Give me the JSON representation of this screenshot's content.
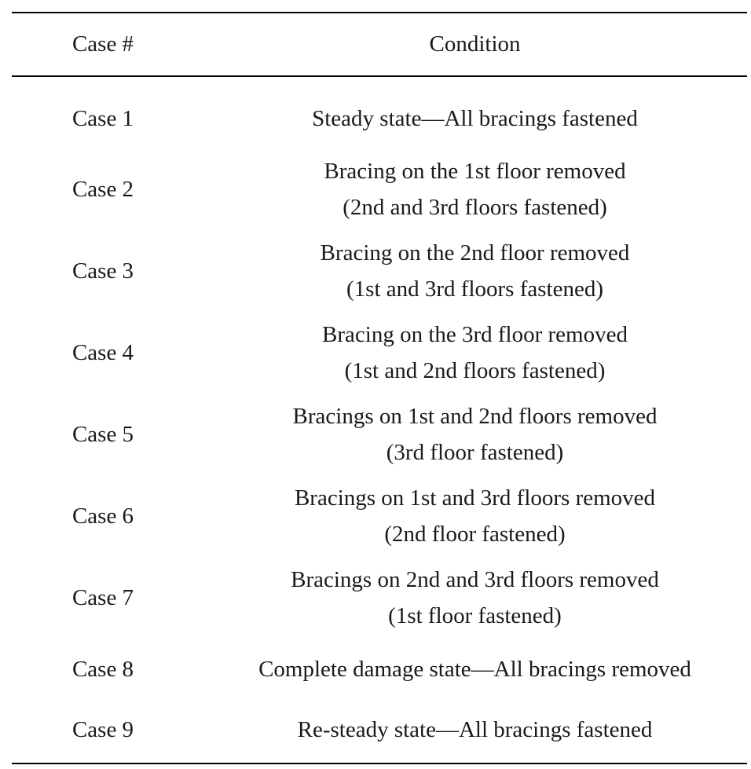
{
  "table": {
    "headers": {
      "case": "Case #",
      "condition": "Condition"
    },
    "rows": [
      {
        "case": "Case 1",
        "condition": [
          "Steady state—All bracings fastened"
        ]
      },
      {
        "case": "Case 2",
        "condition": [
          "Bracing on the 1st floor removed",
          "(2nd and 3rd floors fastened)"
        ]
      },
      {
        "case": "Case 3",
        "condition": [
          "Bracing on the 2nd floor removed",
          "(1st and 3rd floors fastened)"
        ]
      },
      {
        "case": "Case 4",
        "condition": [
          "Bracing on the 3rd floor removed",
          "(1st and 2nd floors fastened)"
        ]
      },
      {
        "case": "Case 5",
        "condition": [
          "Bracings on 1st and 2nd floors removed",
          "(3rd floor fastened)"
        ]
      },
      {
        "case": "Case 6",
        "condition": [
          "Bracings on 1st and 3rd floors removed",
          "(2nd floor fastened)"
        ]
      },
      {
        "case": "Case 7",
        "condition": [
          "Bracings on 2nd and 3rd floors removed",
          "(1st floor fastened)"
        ]
      },
      {
        "case": "Case 8",
        "condition": [
          "Complete damage state—All bracings removed"
        ]
      },
      {
        "case": "Case 9",
        "condition": [
          "Re-steady state—All bracings fastened"
        ]
      }
    ]
  }
}
